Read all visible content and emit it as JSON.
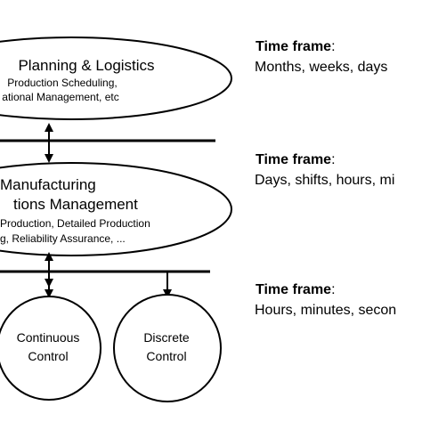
{
  "diagram": {
    "level1": {
      "title": "Planning & Logistics",
      "sub1": "Production Scheduling,",
      "sub2": "ational Management, etc"
    },
    "level2": {
      "title1": "Manufacturing",
      "title2": "tions Management",
      "sub1": "Production, Detailed Production",
      "sub2": "g, Reliability Assurance, ..."
    },
    "level3": {
      "left1": "Continuous",
      "left2": "Control",
      "right1": "Discrete",
      "right2": "Control"
    },
    "time_frames": [
      {
        "label": "Time frame",
        "colon": ":",
        "value": "Months, weeks, days"
      },
      {
        "label": "Time frame",
        "colon": ":",
        "value": "Days, shifts, hours, mi"
      },
      {
        "label": "Time frame",
        "colon": ":",
        "value": "Hours, minutes, secon"
      }
    ]
  }
}
